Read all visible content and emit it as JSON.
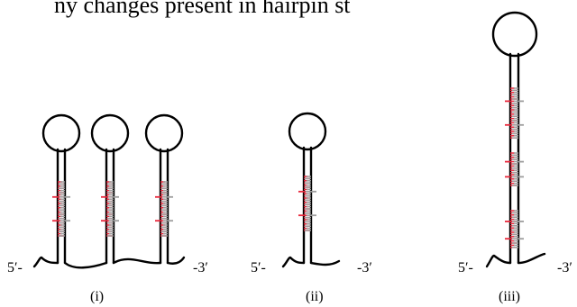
{
  "header_fragment": "ny changes present in hairpin st",
  "panels": [
    {
      "id": "i",
      "caption": "(i)",
      "label_5": "5′-",
      "label_3": "-3′",
      "hairpin_count": 3,
      "repeat_blocks": 1
    },
    {
      "id": "ii",
      "caption": "(ii)",
      "label_5": "5′-",
      "label_3": "-3′",
      "hairpin_count": 1,
      "repeat_blocks": 1
    },
    {
      "id": "iii",
      "caption": "(iii)",
      "label_5": "5′-",
      "label_3": "-3′",
      "hairpin_count": 1,
      "repeat_blocks": 3
    }
  ],
  "colors": {
    "strand": "#000000",
    "left_arm_bases": "#e8283c",
    "right_arm_bases": "#9e9e9e"
  }
}
